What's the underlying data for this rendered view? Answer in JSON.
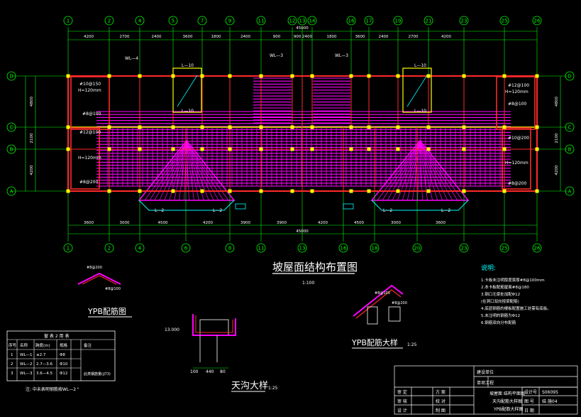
{
  "colors": {
    "background": "#000000",
    "grid_axis": "#00ff00",
    "wall": "#ff2a2a",
    "beam": "#ffff00",
    "slab_rebar": "#ff00ff",
    "annotation": "#00ffff",
    "text": "#ffffff"
  },
  "axes_top": [
    "1",
    "2",
    "4",
    "5",
    "7",
    "9",
    "11",
    "12",
    "13",
    "14",
    "16",
    "17",
    "19",
    "21",
    "23",
    "25",
    "26"
  ],
  "axes_bottom": [
    "1",
    "2",
    "4",
    "6",
    "8",
    "11",
    "13",
    "16",
    "18",
    "20",
    "23",
    "25",
    "26"
  ],
  "axes_left": [
    "D",
    "C",
    "B",
    "A"
  ],
  "axes_right": [
    "D",
    "C",
    "B",
    "A"
  ],
  "dims_top": [
    "4200",
    "2700",
    "2400",
    "3600",
    "1800",
    "2400",
    "900",
    "900",
    "2400",
    "1800",
    "3600",
    "2400",
    "2700",
    "4200"
  ],
  "dim_top_total": "45000",
  "dims_bottom": [
    "3600",
    "3000",
    "4500",
    "4200",
    "3900",
    "3900",
    "4200",
    "4500",
    "3000",
    "3600"
  ],
  "dim_bottom_total": "45000",
  "dims_left": [
    "4800",
    "2100",
    "4200"
  ],
  "dims_right": [
    "4800",
    "2100",
    "4200"
  ],
  "plan_labels": {
    "wl4": "WL—4",
    "wl3": "WL—3",
    "l10": "L—10",
    "l2": "L—2",
    "h120": "H=120mm",
    "phi10_150": "#10@150",
    "phi8_100": "#8@100",
    "phi8_200": "#8@200",
    "phi12_100": "#12@100",
    "phi10_200": "#10@200"
  },
  "main_title": "坡屋面结构布置图",
  "main_scale": "1:100",
  "ypb_title": "YPB配筋图",
  "ypb_detail_title": "YPB配筋大样",
  "ypb_detail_scale": "1:25",
  "gutter_title": "天沟大样",
  "gutter_scale": "1:25",
  "gutter_dims": [
    "100",
    "440",
    "80"
  ],
  "gutter_elev": "13.000",
  "notes_title": "说明:",
  "notes": [
    "1.卡板未注明厚度梁厚#8@100mm",
    "2.本卡板配筋屋面#8@180",
    "3.钢口无梁处加配Φ12",
    "  (在洞口双向按梁配筋)",
    "4.底层钢筋的楼板配置施工处需有底板。",
    "5.未注明的钢筋为Φ12",
    "6.钢筋双向分布配筋"
  ],
  "table": {
    "title": "窗 表 2 用 表",
    "headers": [
      "序号",
      "名称",
      "跨度(m)",
      "规格",
      "",
      "备注"
    ],
    "rows": [
      [
        "1",
        "WL—1",
        "≤2.7",
        "Φ8",
        ""
      ],
      [
        "2",
        "WL—2",
        "2.7—3.6",
        "Φ10",
        ""
      ],
      [
        "3",
        "WL—3",
        "3.6—4.5",
        "Φ12",
        ""
      ]
    ],
    "remark": "此类钢筋量(∮73)",
    "note": "注: 中未表明钢筋按WL—2 \""
  },
  "title_block": {
    "company": "建设单位",
    "project": "单项工程",
    "drawing_name_1": "坡屋面 结构平面图",
    "drawing_name_2": "天沟配筋大样图",
    "drawing_name_3": "YPB配筋大样图",
    "row_labels": [
      "审 定",
      "审 核",
      "设 计"
    ],
    "col_labels": [
      "方 案",
      "校 对",
      "制 图"
    ],
    "right_labels": [
      "设计号",
      "图 号",
      "日 期"
    ],
    "right_values": [
      "S06095",
      "结 施04",
      ""
    ]
  }
}
